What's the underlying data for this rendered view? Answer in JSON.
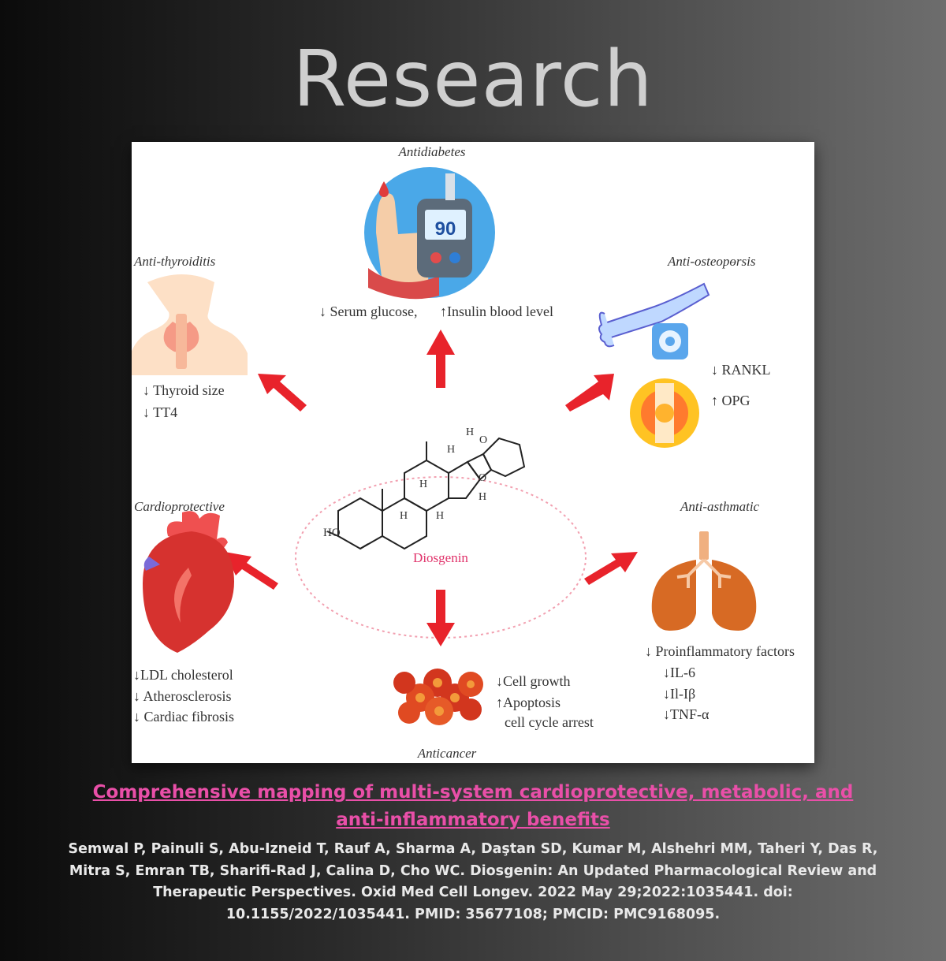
{
  "header": {
    "title": "Research"
  },
  "figure": {
    "center_label": "Diosgenin",
    "ho_label": "HO",
    "h_labels": [
      "H",
      "H",
      "H",
      "H",
      "H",
      "H"
    ],
    "o_labels": [
      "O",
      "O"
    ],
    "panels": {
      "antidiabetes": {
        "title": "Antidiabetes",
        "meter_value": "90",
        "effects": [
          "↓ Serum glucose,",
          "↑Insulin blood level"
        ]
      },
      "antithyroiditis": {
        "title": "Anti-thyroiditis",
        "effects": [
          "↓ Thyroid size",
          "↓ TT4"
        ]
      },
      "antiosteoporosis": {
        "title": "Anti-osteopɵrsis",
        "effects": [
          "↓ RANKL",
          "↑ OPG"
        ]
      },
      "cardioprotective": {
        "title": "Cardioprotective",
        "effects": [
          "↓LDL cholesterol",
          "↓ Atherosclerosis",
          "↓ Cardiac fibrosis"
        ]
      },
      "antiasthmatic": {
        "title": "Anti-asthmatic",
        "effects": [
          "↓ Proinflammatory factors",
          "↓IL-6",
          "↓Il-Iβ",
          "↓TNF-α"
        ]
      },
      "anticancer": {
        "title": "Anticancer",
        "effects": [
          "↓Cell growth",
          "↑Apoptosis",
          "cell cycle arrest"
        ]
      }
    },
    "colors": {
      "arrow": "#e8232b",
      "label_pink": "#e0326a"
    }
  },
  "caption": {
    "link_text": "Comprehensive mapping of multi-system cardioprotective, metabolic, and anti-inflammatory benefits",
    "citation": "Semwal P, Painuli S, Abu-Izneid T, Rauf A, Sharma A, Daştan SD, Kumar M, Alshehri MM, Taheri Y, Das R, Mitra S, Emran TB, Sharifi-Rad J, Calina D, Cho WC. Diosgenin: An Updated Pharmacological Review and Therapeutic Perspectives. Oxid Med Cell Longev. 2022 May 29;2022:1035441. doi: 10.1155/2022/1035441. PMID: 35677108; PMCID: PMC9168095."
  }
}
